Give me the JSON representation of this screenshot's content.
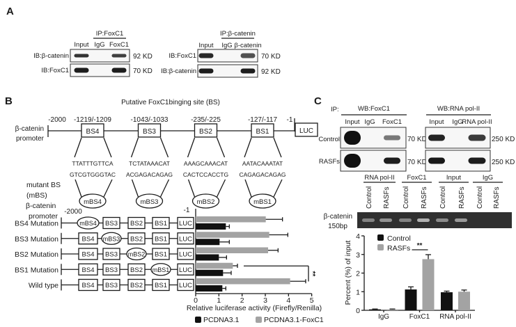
{
  "panel_labels": {
    "a": "A",
    "b": "B",
    "c": "C"
  },
  "panel_a": {
    "blots": [
      {
        "ip_label": "IP:FoxC1",
        "lanes": [
          "Input",
          "IgG",
          "FoxC1"
        ],
        "rows": [
          {
            "label": "IB:β-catenin",
            "size": "92 KD",
            "bands": [
              0.85,
              0,
              0.8
            ]
          },
          {
            "label": "IB:FoxC1",
            "size": "70 KD",
            "bands": [
              0.95,
              0,
              0.95
            ]
          }
        ]
      },
      {
        "ip_label": "IP:β-catenin",
        "lanes": [
          "Input",
          "IgG",
          "β-catenin"
        ],
        "rows": [
          {
            "label": "IB:FoxC1",
            "size": "70 KD",
            "bands": [
              0.9,
              0,
              0.72
            ]
          },
          {
            "label": "IB:β-catenin",
            "size": "92 KD",
            "bands": [
              0.95,
              0,
              0.95
            ]
          }
        ]
      }
    ]
  },
  "panel_b": {
    "title": "Putative FoxC1binging site (BS)",
    "promoter_label": [
      "β-catenin",
      "promoter"
    ],
    "start": "-2000",
    "end": "-1",
    "reporter": "LUC",
    "sites": [
      {
        "name": "BS4",
        "position": "-1219/-1209",
        "sequence": "TTATTTGTTCA",
        "mutant_sequence": "GTCGTGGGTAC",
        "mutant_name": "mBS4"
      },
      {
        "name": "BS3",
        "position": "-1043/-1033",
        "sequence": "TCTATAAACAT",
        "mutant_sequence": "ACGAGACAGAG",
        "mutant_name": "mBS3"
      },
      {
        "name": "BS2",
        "position": "-235/-225",
        "sequence": "AAAGCAAACAT",
        "mutant_sequence": "CACTCCACCTG",
        "mutant_name": "mBS2"
      },
      {
        "name": "BS1",
        "position": "-127/-117",
        "sequence": "AATACAAATAT",
        "mutant_sequence": "CAGAGACAGAG",
        "mutant_name": "mBS1"
      }
    ],
    "mutant_label": [
      "mutant BS",
      "(mBS)",
      "β-catenin",
      "promoter"
    ],
    "constructs": [
      {
        "elements": [
          "mBS4",
          "BS3",
          "BS2",
          "BS1",
          "LUC"
        ],
        "mutated": 0
      },
      {
        "elements": [
          "BS4",
          "mBS3",
          "BS2",
          "BS1",
          "LUC"
        ],
        "mutated": 1
      },
      {
        "elements": [
          "BS4",
          "BS3",
          "mBS2",
          "BS1",
          "LUC"
        ],
        "mutated": 2
      },
      {
        "elements": [
          "BS4",
          "BS3",
          "BS2",
          "mBS1",
          "LUC"
        ],
        "mutated": 3
      },
      {
        "elements": [
          "BS4",
          "BS3",
          "BS2",
          "BS1",
          "LUC"
        ],
        "mutated": -1
      }
    ]
  },
  "panel_c": {
    "ip_label": "IP:",
    "conditions": [
      "Control",
      "RASFs"
    ],
    "blots": [
      {
        "title": "WB:FoxC1",
        "lanes": [
          "Input",
          "IgG",
          "FoxC1"
        ],
        "size": "70 KD",
        "bands": [
          [
            1.0,
            0,
            0.55
          ],
          [
            1.0,
            0,
            0.95
          ]
        ]
      },
      {
        "title": "WB:RNA pol-II",
        "lanes": [
          "Input",
          "IgG",
          "RNA pol-II"
        ],
        "size": "250 KD",
        "bands": [
          [
            0.92,
            0,
            0.82
          ],
          [
            0.97,
            0,
            0.95
          ]
        ]
      }
    ],
    "gel": {
      "label": [
        "β-catenin",
        "150bp"
      ],
      "groups": [
        "RNA pol-II",
        "FoxC1",
        "Input",
        "IgG"
      ],
      "lanes": [
        "Control",
        "RASFs"
      ],
      "bands": [
        0.55,
        0.65,
        0.55,
        0.85,
        0.6,
        0.7,
        0,
        0
      ]
    }
  },
  "colors": {
    "black_series": "#111111",
    "gray_series": "#a3a3a3",
    "gel_background": "#303030",
    "gel_band": "#c8c8c8",
    "band": "#111111"
  },
  "chart_data": [
    {
      "id": "luciferase-assay",
      "type": "bar",
      "orientation": "horizontal",
      "categories": [
        "BS4 Mutation",
        "BS3 Mutation",
        "BS2 Mutation",
        "BS1 Mutation",
        "Wild type"
      ],
      "series": [
        {
          "name": "PCDNA3.1",
          "color": "#111111",
          "values": [
            1.3,
            1.03,
            1.0,
            1.18,
            1.15
          ],
          "errors": [
            0.15,
            0.42,
            0.33,
            0.35,
            0.15
          ]
        },
        {
          "name": "PCDNA3.1-FoxC1",
          "color": "#a3a3a3",
          "values": [
            3.02,
            3.17,
            3.12,
            1.6,
            4.07
          ],
          "errors": [
            0.72,
            0.8,
            0.43,
            0.2,
            0.67
          ]
        }
      ],
      "xlabel": "Relative luciferase activity (Firefly/Renilla)",
      "xlim": [
        0,
        5
      ],
      "xticks": [
        "0",
        "1",
        "2",
        "3",
        "4",
        "5"
      ],
      "significance": [
        {
          "series": "PCDNA3.1-FoxC1",
          "between": [
            "BS1 Mutation",
            "Wild type"
          ],
          "label": "**"
        }
      ],
      "legend": "bottom",
      "grid": false
    },
    {
      "id": "chip-qpcr",
      "type": "bar",
      "orientation": "vertical",
      "categories": [
        "IgG",
        "FoxC1",
        "RNA pol-II"
      ],
      "series": [
        {
          "name": "Control",
          "color": "#111111",
          "values": [
            0.05,
            1.12,
            0.97
          ],
          "errors": [
            0.02,
            0.14,
            0.06
          ]
        },
        {
          "name": "RASFs",
          "color": "#a3a3a3",
          "values": [
            0.05,
            2.75,
            1.0
          ],
          "errors": [
            0.02,
            0.24,
            0.09
          ]
        }
      ],
      "ylabel": "Percent (%) of input",
      "ylim": [
        0,
        4
      ],
      "yticks": [
        "0",
        "1",
        "2",
        "3",
        "4"
      ],
      "significance": [
        {
          "category": "FoxC1",
          "label": "**"
        }
      ],
      "legend": "top-left",
      "grid": false
    }
  ]
}
